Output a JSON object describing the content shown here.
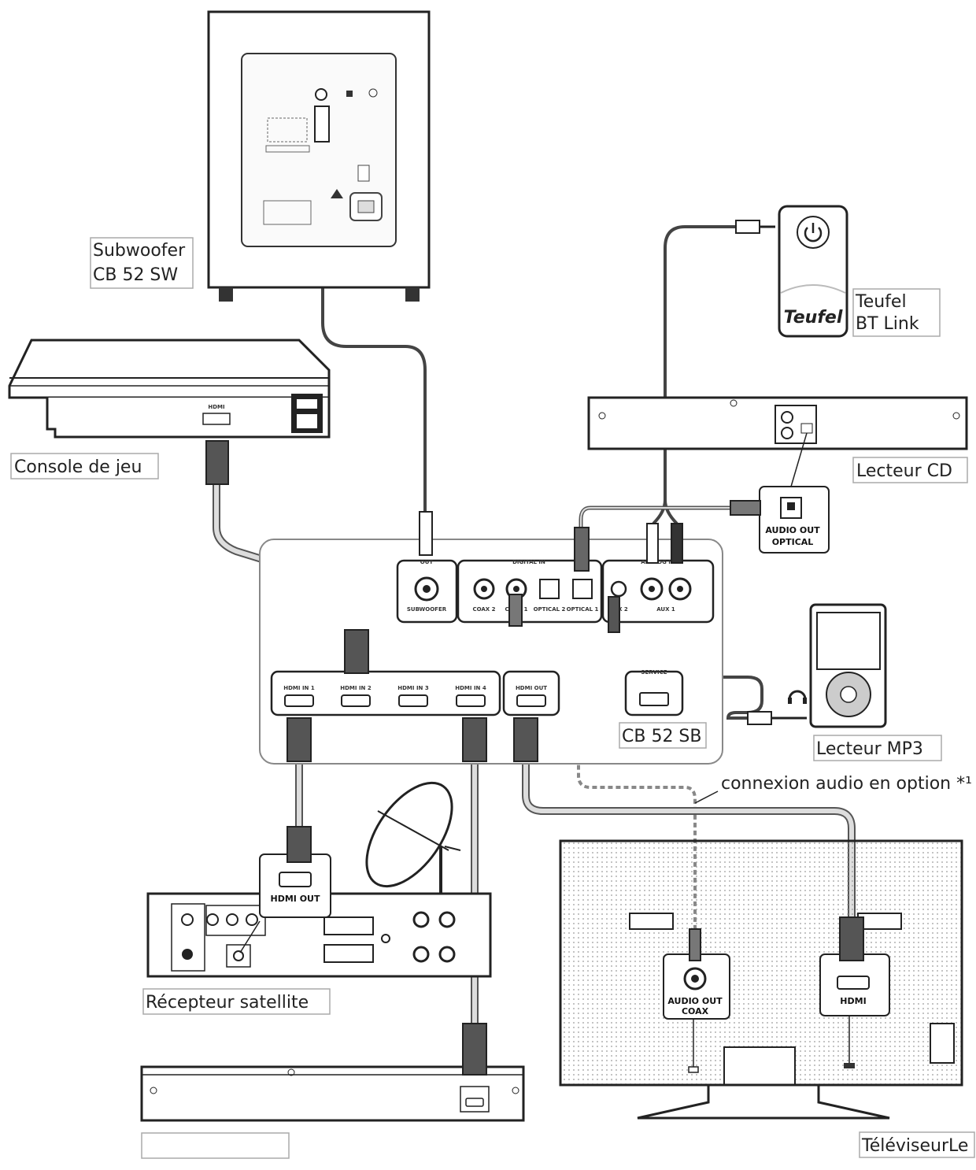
{
  "devices": {
    "subwoofer": {
      "line1": "Subwoofer",
      "line2": "CB 52 SW"
    },
    "console": {
      "label": "Console de jeu",
      "port": "HDMI"
    },
    "bt_link": {
      "line1": "Teufel",
      "line2": "BT Link",
      "brand": "Teufel",
      "icon": "power-icon"
    },
    "cd_player": {
      "label": "Lecteur CD"
    },
    "soundbar": {
      "label": "CB 52 SB"
    },
    "mp3": {
      "label": "Lecteur MP3",
      "icon": "headphones-icon"
    },
    "satellite": {
      "label": "Récepteur satellite"
    },
    "tv": {
      "label": "TéléviseurLe"
    },
    "bluray": {
      "label": ""
    }
  },
  "callouts": {
    "optical": {
      "line1": "AUDIO OUT",
      "line2": "OPTICAL"
    },
    "coax": {
      "line1": "AUDIO OUT",
      "line2": "COAX"
    },
    "tv_hdmi": {
      "label": "HDMI"
    },
    "sat_hdmi": {
      "label": "HDMI OUT"
    }
  },
  "note": {
    "text": "connexion audio en option *¹"
  },
  "panel": {
    "groups": {
      "out": "OUT",
      "digital_in": "DIGITAL IN",
      "analog_in": "ANALOG IN",
      "service": "SERVICE"
    },
    "ports": {
      "subwoofer": "SUBWOOFER",
      "coax2": "COAX 2",
      "coax1": "COAX 1",
      "optical2": "OPTICAL 2",
      "optical1": "OPTICAL 1",
      "aux2": "AUX 2",
      "aux1": "AUX 1",
      "hdmi_in_1": "HDMI IN 1",
      "hdmi_in_2": "HDMI IN 2",
      "hdmi_in_3": "HDMI IN 3",
      "hdmi_in_4": "HDMI IN 4",
      "hdmi_out": "HDMI OUT"
    }
  }
}
